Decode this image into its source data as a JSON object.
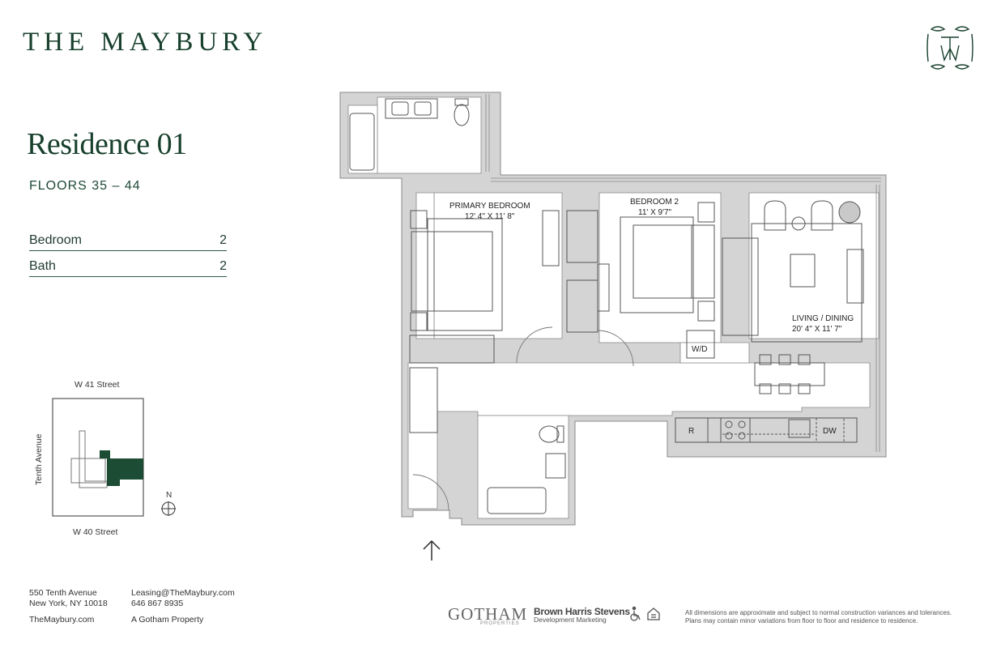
{
  "brand": {
    "name": "THE MAYBURY"
  },
  "residence": {
    "title": "Residence 01",
    "floors": "FLOORS 35 – 44",
    "specs": [
      {
        "label": "Bedroom",
        "value": "2"
      },
      {
        "label": "Bath",
        "value": "2"
      }
    ]
  },
  "rooms": {
    "primary_name": "PRIMARY BEDROOM",
    "primary_dims": "12' 4\" X 11' 8\"",
    "bed2_name": "BEDROOM 2",
    "bed2_dims": "11' X 9'7\"",
    "living_name": "LIVING / DINING",
    "living_dims": "20' 4\" X 11' 7\"",
    "wd": "W/D",
    "fridge": "R",
    "dishwasher": "DW"
  },
  "keymap": {
    "north_street": "W 41 Street",
    "south_street": "W 40 Street",
    "west_street": "Tenth Avenue",
    "north_label": "N"
  },
  "footer": {
    "address_line1": "550 Tenth Avenue",
    "address_line2": "New York, NY 10018",
    "website": "TheMaybury.com",
    "email": "Leasing@TheMaybury.com",
    "phone": "646 867 8935",
    "property_of": "A Gotham Property",
    "gotham": "GOTHAM",
    "gotham_sub": "PROPERTIES",
    "bhs_name": "Brown Harris Stevens",
    "bhs_sub": "Development Marketing",
    "legal_line1": "All dimensions are approximate and subject to normal construction variances and tolerances.",
    "legal_line2": "Plans may contain minor variations from floor to floor and residence to residence."
  },
  "colors": {
    "brand_green": "#18402d",
    "wall_gray": "#d4d4d4",
    "wall_line": "#8a8a8a"
  }
}
